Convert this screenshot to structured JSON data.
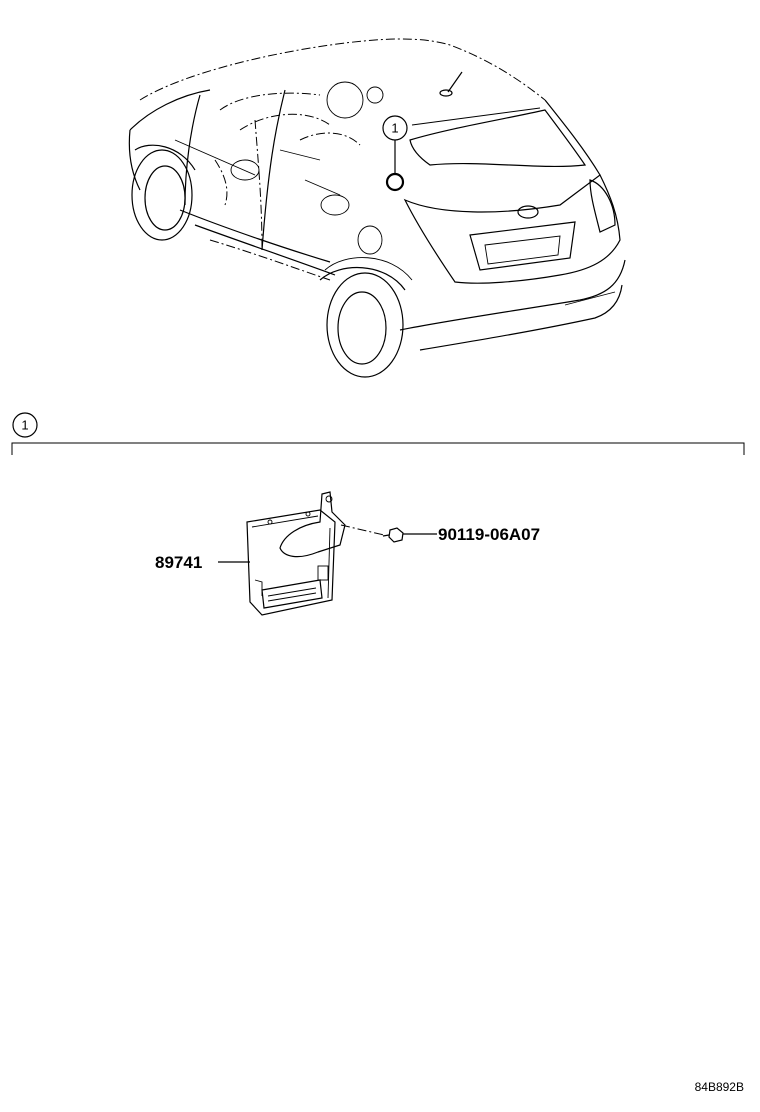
{
  "callout": {
    "ref": "1"
  },
  "section_marker": {
    "ref": "1"
  },
  "parts": {
    "module": "89741",
    "bolt": "90119-06A07"
  },
  "diagram_code": "84B892B"
}
